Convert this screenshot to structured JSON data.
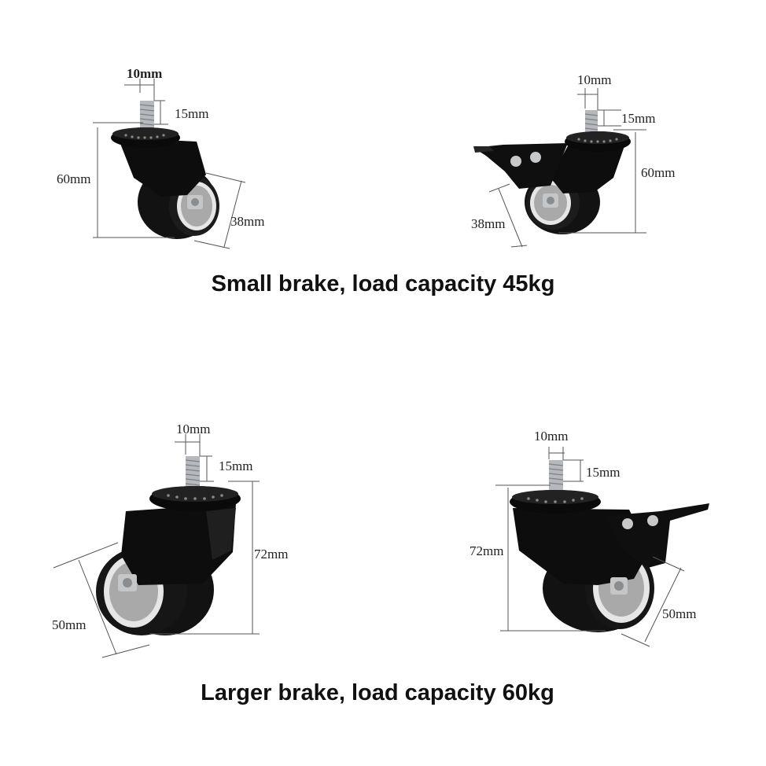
{
  "colors": {
    "background": "#ffffff",
    "wheel_black": "#0d0d0d",
    "hub_grey": "#a9a9a9",
    "rim_white": "#e8e8e8",
    "stem_metal": "#b5b9bd",
    "dimension_line": "#555555"
  },
  "sections": [
    {
      "caption": "Small brake, load capacity 45kg",
      "casters": [
        {
          "variant": "swivel",
          "stem_diameter": "10mm",
          "stem_length": "15mm",
          "height": "60mm",
          "wheel_diameter": "38mm"
        },
        {
          "variant": "swivel-with-brake",
          "stem_diameter": "10mm",
          "stem_length": "15mm",
          "height": "60mm",
          "wheel_diameter": "38mm"
        }
      ]
    },
    {
      "caption": "Larger brake, load capacity 60kg",
      "casters": [
        {
          "variant": "swivel",
          "stem_diameter": "10mm",
          "stem_length": "15mm",
          "height": "72mm",
          "wheel_diameter": "50mm"
        },
        {
          "variant": "swivel-with-brake",
          "stem_diameter": "10mm",
          "stem_length": "15mm",
          "height": "72mm",
          "wheel_diameter": "50mm"
        }
      ]
    }
  ]
}
